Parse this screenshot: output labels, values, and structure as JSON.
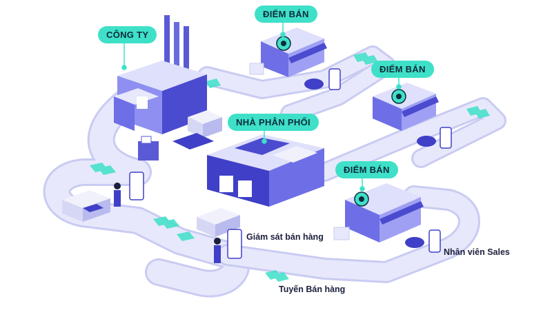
{
  "labels": {
    "company": "CÔNG TY",
    "distributor": "NHÀ PHÂN PHỐI",
    "store_top": "ĐIỂM BÁN",
    "store_right": "ĐIỂM BÁN",
    "store_bottom": "ĐIỂM BÁN",
    "sales_supervision": "Giám sát bán hàng",
    "sales_route": "Tuyến Bán hàng",
    "sales_staff": "Nhân viên Sales"
  },
  "colors": {
    "road": "#e7e8fb",
    "road_edge": "#c9cbf2",
    "building_light": "#dfe0fb",
    "building_mid": "#8e8ff0",
    "building_dark": "#3f3fc8",
    "accent": "#3ee0c8",
    "text_dark": "#1b1f3b"
  }
}
